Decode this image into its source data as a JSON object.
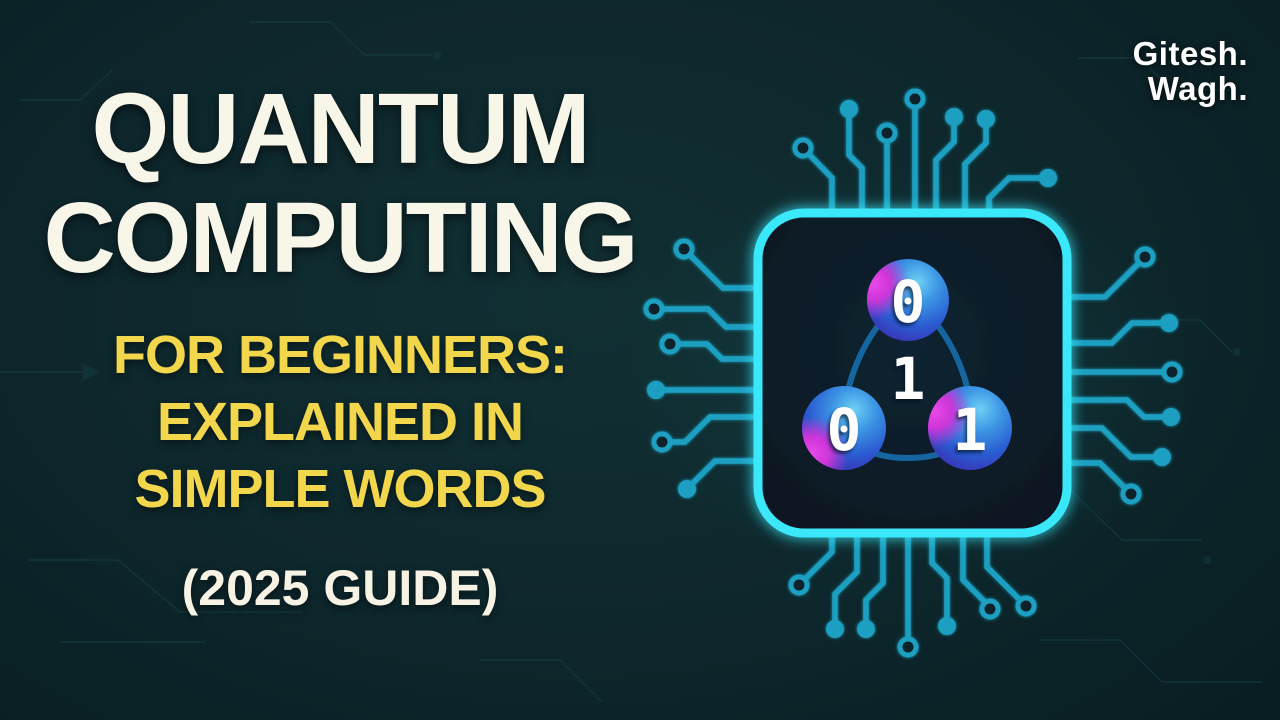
{
  "branding": {
    "line1": "Gitesh.",
    "line2": "Wagh."
  },
  "title": {
    "line1": "QUANTUM",
    "line2": "COMPUTING"
  },
  "subtitle": {
    "line1": "FOR BEGINNERS:",
    "line2": "EXPLAINED IN",
    "line3": "SIMPLE WORDS"
  },
  "guide_label": "(2025 GUIDE)",
  "chip": {
    "qubit_top": "0",
    "center_bit": "1",
    "qubit_left": "0",
    "qubit_right": "1"
  },
  "colors": {
    "background": "#0d272c",
    "chip_border_cyan": "#3ae8fa",
    "trace_teal": "#1a9fc0",
    "title_cream": "#f8f5e9",
    "subtitle_yellow": "#f2d64b",
    "qubit_blue": "#3c96e4",
    "qubit_magenta": "#d43bda",
    "loop_blue": "#1565a0"
  }
}
